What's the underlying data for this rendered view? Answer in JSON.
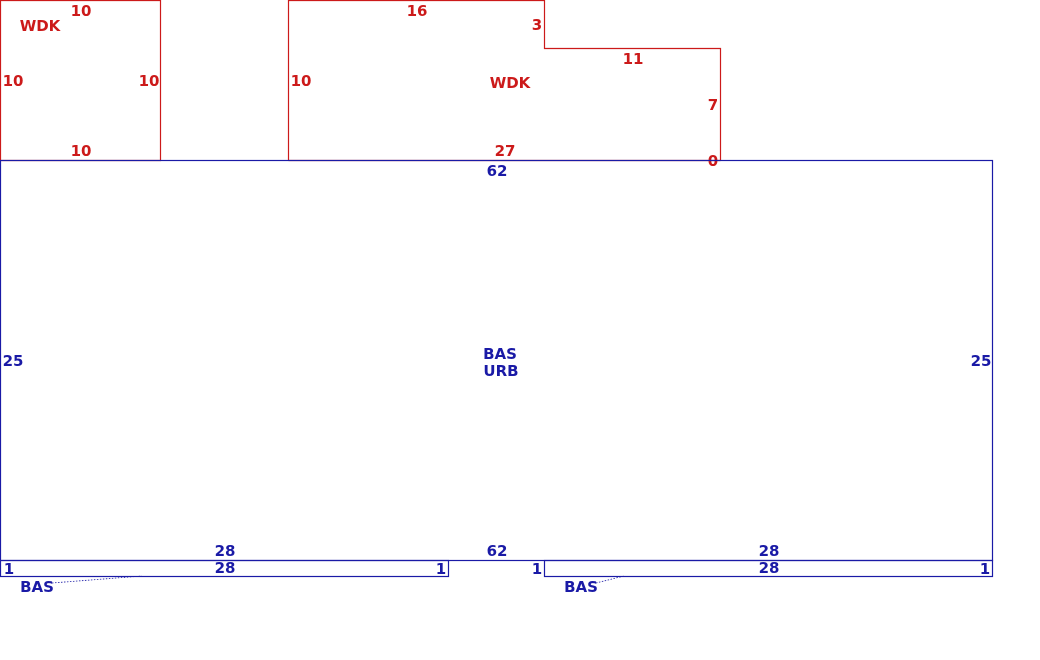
{
  "colors": {
    "deck": "#cc1a1a",
    "base": "#1a1aa6"
  },
  "deck_left": {
    "code": "WDK",
    "top": "10",
    "left": "10",
    "right": "10",
    "bottom": "10"
  },
  "deck_mid": {
    "code": "WDK",
    "top": "16",
    "step_down": "3",
    "step_run": "11",
    "right": "7",
    "left": "10",
    "bottom": "27",
    "corner": "0"
  },
  "base": {
    "code_line1": "BAS",
    "code_line2": "URB",
    "top": "62",
    "bottom": "62",
    "left": "25",
    "right": "25"
  },
  "strip_left": {
    "code": "BAS",
    "top": "28",
    "bottom": "28",
    "left": "1",
    "right": "1"
  },
  "strip_right": {
    "code": "BAS",
    "top": "28",
    "bottom": "28",
    "left": "1",
    "right": "1"
  }
}
